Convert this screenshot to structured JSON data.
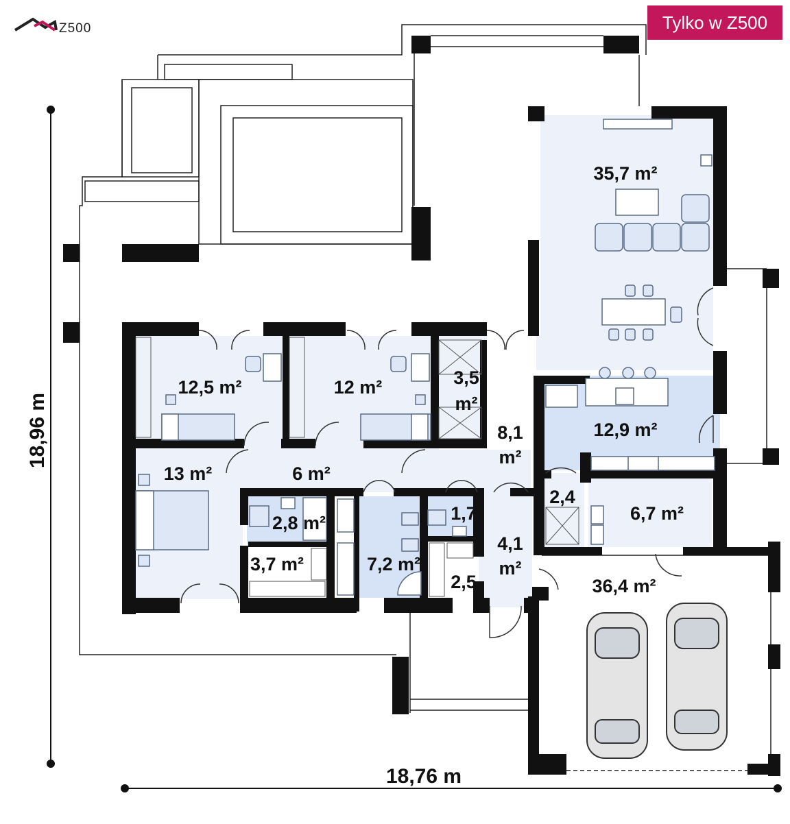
{
  "brand": {
    "logo_text": "Z500",
    "badge": "Tylko w Z500"
  },
  "dimensions": {
    "width": "18,76 m",
    "height": "18,96 m"
  },
  "rooms": {
    "living": "35,7 m²",
    "bedroom1": "12,5 m²",
    "bedroom2": "12 m²",
    "wardrobe": [
      "3,5",
      "m²"
    ],
    "hall": [
      "8,1",
      "m²"
    ],
    "kitchen": "12,9 m²",
    "master": "13 m²",
    "corridor": "6 m²",
    "bath_small": "2,8 m²",
    "closet": "3,7 m²",
    "bathroom": "7,2 m²",
    "wc": "1,7",
    "storage": "2,5",
    "entry": [
      "4,1",
      "m²"
    ],
    "pantry": "2,4",
    "utility": "6,7 m²",
    "garage": "36,4 m²"
  },
  "colors": {
    "wall": "#111111",
    "room_fill": "#edf2fa",
    "accent_fill": "#d6e2f5",
    "furniture_stroke": "#5a6b85",
    "badge": "#c2185b"
  }
}
